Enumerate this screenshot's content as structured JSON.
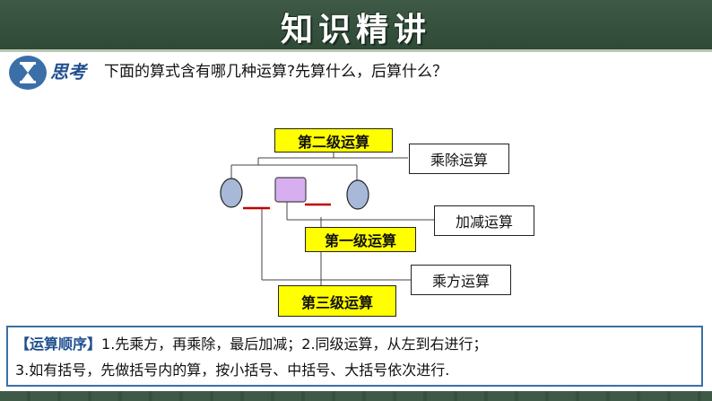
{
  "header": {
    "title": "知识精讲"
  },
  "think": {
    "label": "思考",
    "question": "下面的算式含有哪几种运算?先算什么，后算什么？"
  },
  "diagram": {
    "level2": "第二级运算",
    "level1": "第一级运算",
    "level3": "第三级运算",
    "ops": {
      "muldiv": "乘除运算",
      "addsub": "加减运算",
      "power": "乘方运算"
    },
    "colors": {
      "level_fill": "#ffff00",
      "oval_fill": "#a8b8d8",
      "rect_fill": "#d7aef0",
      "dash": "#c00000"
    }
  },
  "order": {
    "heading": "【运算顺序】",
    "line1": "1.先乘方，再乘除，最后加减；2.同级运算，从左到右进行；",
    "line2": "3.如有括号，先做括号内的算，按小括号、中括号、大括号依次进行."
  }
}
